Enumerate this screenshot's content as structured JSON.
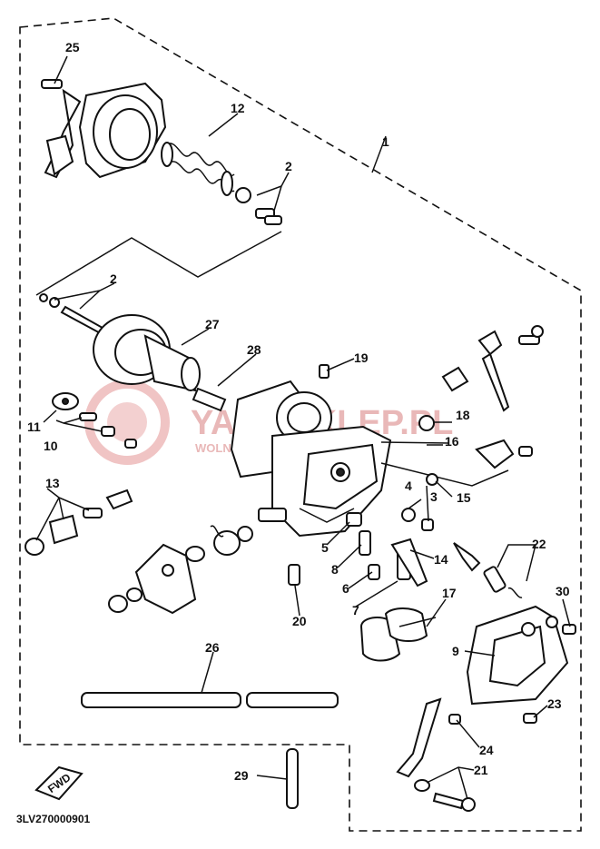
{
  "diagram": {
    "part_code": "3LV270000901",
    "front_marker": "FWD",
    "watermark": {
      "brand": "YAMASKLEP.PL",
      "slogan": "WOLNE DLA YAMAHA"
    },
    "callouts": [
      "1",
      "2",
      "2",
      "3",
      "4",
      "5",
      "6",
      "7",
      "8",
      "9",
      "10",
      "11",
      "12",
      "13",
      "14",
      "15",
      "16",
      "17",
      "18",
      "19",
      "20",
      "21",
      "22",
      "23",
      "24",
      "25",
      "26",
      "27",
      "28",
      "29",
      "30"
    ]
  },
  "colors": {
    "ink": "#111111",
    "watermark": "#e9b8b8"
  }
}
